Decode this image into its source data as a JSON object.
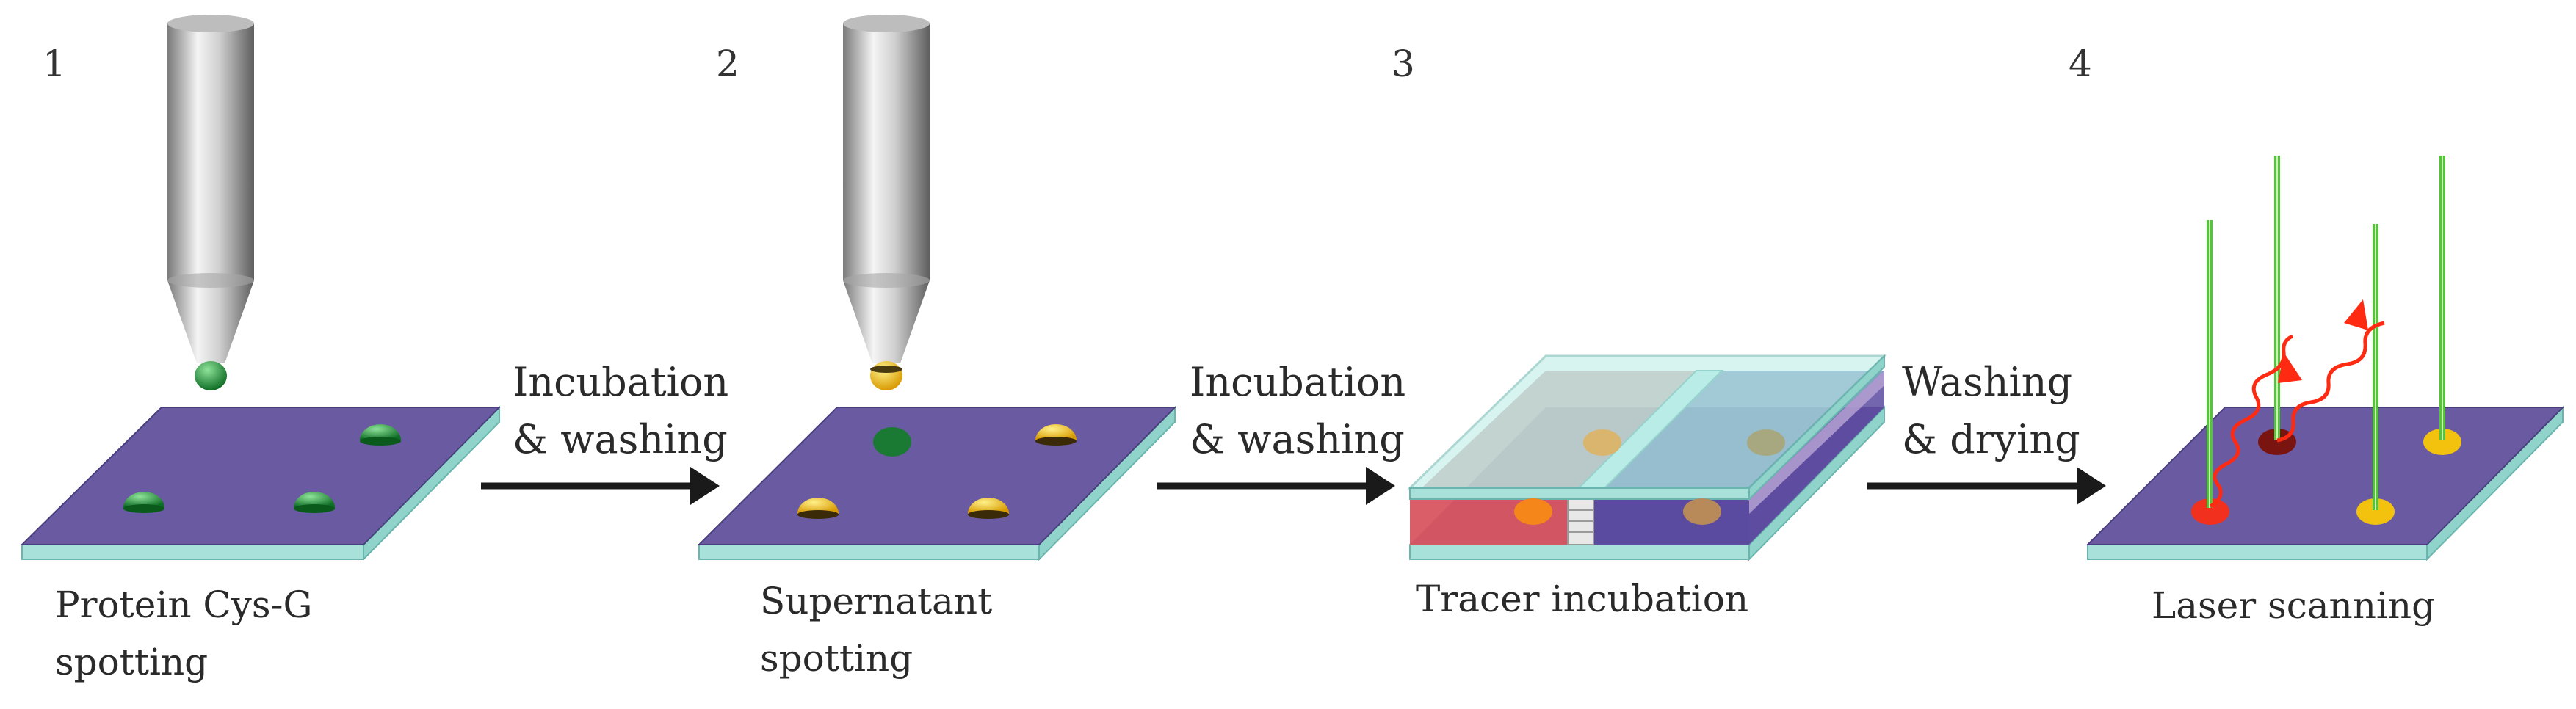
{
  "steps": [
    {
      "number": "1",
      "caption_line1": "Protein Cys-G",
      "caption_line2": "spotting"
    },
    {
      "number": "2",
      "caption_line1": "Supernatant",
      "caption_line2": "spotting"
    },
    {
      "number": "3",
      "caption_line1": "Tracer incubation",
      "caption_line2": ""
    },
    {
      "number": "4",
      "caption_line1": "Laser scanning",
      "caption_line2": ""
    }
  ],
  "transitions": [
    {
      "line1": "Incubation",
      "line2": "& washing"
    },
    {
      "line1": "Incubation",
      "line2": "& washing"
    },
    {
      "line1": "Washing",
      "line2": "& drying"
    }
  ],
  "colors": {
    "slide_top": "#6a5aa2",
    "slide_edge": "#a8e0da",
    "spot_green": "#1f8a3a",
    "spot_yellow": "#f2c20f",
    "spot_red": "#f2301e",
    "spot_darkred": "#7a1410",
    "laser_beam": "#54c43a",
    "emission": "#ff2a12",
    "tracer_left": "#e0606a",
    "tracer_right": "#5a4aa0",
    "arrow": "#1a1a1a"
  },
  "icons": [
    "pipette-tip-icon",
    "laser-beam-icon",
    "emission-wave-icon"
  ]
}
